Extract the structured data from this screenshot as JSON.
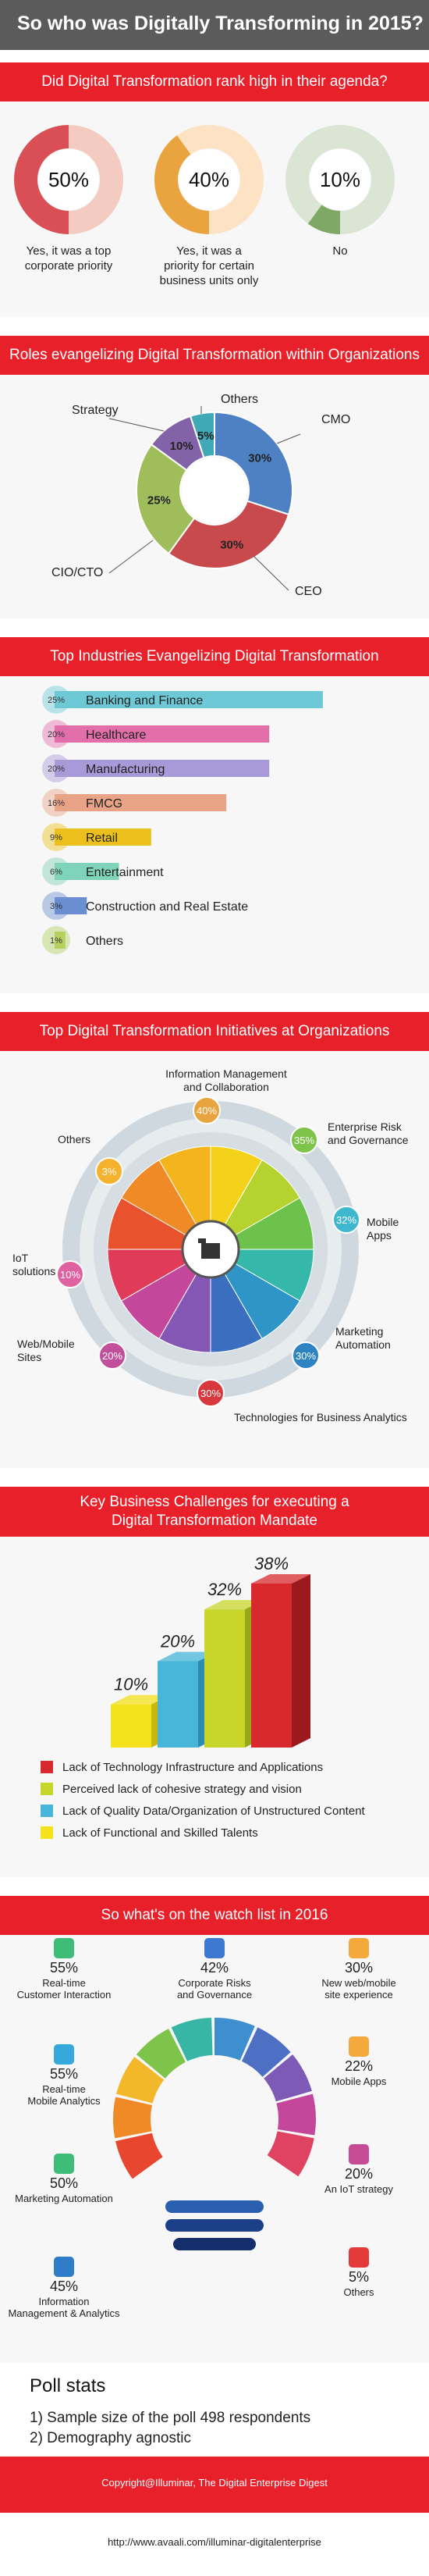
{
  "header": {
    "title": "So who was Digitally Transforming in 2015?"
  },
  "section1": {
    "heading": "Did Digital Transformation rank high in their agenda?",
    "donuts": [
      {
        "value": "50%",
        "fraction": 0.5,
        "label_lines": [
          "Yes, it was a top",
          "corporate priority"
        ],
        "main": "#d94f55",
        "light": "#f3cbc1"
      },
      {
        "value": "40%",
        "fraction": 0.4,
        "label_lines": [
          "Yes, it was a",
          "priority for certain",
          "business units only"
        ],
        "main": "#e9a33f",
        "light": "#fde3c4"
      },
      {
        "value": "10%",
        "fraction": 0.1,
        "label_lines": [
          "No"
        ],
        "main": "#7fa866",
        "light": "#dbe5d4"
      }
    ]
  },
  "section2": {
    "heading": "Roles evangelizing Digital Transformation within Organizations",
    "chart_data": {
      "type": "pie",
      "categories": [
        "CMO",
        "CEO",
        "CIO/CTO",
        "Strategy",
        "Others"
      ],
      "values": [
        30,
        30,
        25,
        10,
        5
      ],
      "value_labels": [
        "30%",
        "30%",
        "25%",
        "10%",
        "5%"
      ],
      "colors": [
        "#4e80c4",
        "#c94a4c",
        "#9fbe5b",
        "#8363a8",
        "#3fa9b8"
      ]
    }
  },
  "section3": {
    "heading": "Top Industries Evangelizing Digital Transformation",
    "chart_data": {
      "type": "bar",
      "categories": [
        "Banking and Finance",
        "Healthcare",
        "Manufacturing",
        "FMCG",
        "Retail",
        "Entertainment",
        "Construction and Real Estate",
        "Others"
      ],
      "values": [
        25,
        20,
        20,
        16,
        9,
        6,
        3,
        1
      ],
      "value_labels": [
        "25%",
        "20%",
        "20%",
        "16%",
        "9%",
        "6%",
        "3%",
        "1%"
      ],
      "colors": [
        "#6ec9d6",
        "#e26faa",
        "#a89ad8",
        "#e9a487",
        "#ecc01c",
        "#7fd3b8",
        "#6a8fd0",
        "#b5cf62"
      ],
      "xlim": [
        0,
        25
      ]
    }
  },
  "section4": {
    "heading": "Top Digital Transformation Initiatives at Organizations",
    "items": [
      {
        "value": "40%",
        "lines": [
          "Information Management",
          "and Collaboration"
        ],
        "color": "#e9a33f"
      },
      {
        "value": "35%",
        "lines": [
          "Enterprise Risk",
          "and Governance"
        ],
        "color": "#7fc44a"
      },
      {
        "value": "32%",
        "lines": [
          "Mobile",
          "Apps"
        ],
        "color": "#3fb7cf"
      },
      {
        "value": "30%",
        "lines": [
          "Marketing",
          "Automation"
        ],
        "color": "#2e84c2"
      },
      {
        "value": "30%",
        "lines": [
          "Technologies for Business Analytics"
        ],
        "color": "#d6383e"
      },
      {
        "value": "20%",
        "lines": [
          "Web/Mobile",
          "Sites"
        ],
        "color": "#c24f9a"
      },
      {
        "value": "10%",
        "lines": [
          "IoT",
          "solutions"
        ],
        "color": "#e061a0"
      },
      {
        "value": "3%",
        "lines": [
          "Others"
        ],
        "color": "#f4b22e"
      }
    ]
  },
  "section5": {
    "heading_lines": [
      "Key Business Challenges for executing a",
      "Digital Transformation Mandate"
    ],
    "chart_data": {
      "type": "bar",
      "categories": [
        "Lack of Functional and Skilled Talents",
        "Lack of Quality Data/Organization of Unstructured Content",
        "Perceived lack of cohesive strategy and vision",
        "Lack of Technology Infrastructure and Applications"
      ],
      "values": [
        10,
        20,
        32,
        38
      ],
      "value_labels": [
        "10%",
        "20%",
        "32%",
        "38%"
      ],
      "colors": [
        "#f4e21c",
        "#47b6d8",
        "#c8d62c",
        "#d82a2e"
      ],
      "legend": [
        {
          "label": "Lack of Technology Infrastructure and Applications",
          "color": "#d82a2e"
        },
        {
          "label": "Perceived lack of cohesive strategy and vision",
          "color": "#c8d62c"
        },
        {
          "label": "Lack of Quality Data/Organization of Unstructured Content",
          "color": "#47b6d8"
        },
        {
          "label": "Lack of Functional and Skilled Talents",
          "color": "#f4e21c"
        }
      ]
    }
  },
  "section6": {
    "heading": "So what's on the watch list in 2016",
    "left": [
      {
        "value": "55%",
        "lines": [
          "Real-time",
          "Customer Interaction"
        ],
        "color": "#3dbd78"
      },
      {
        "value": "55%",
        "lines": [
          "Real-time",
          "Mobile Analytics"
        ],
        "color": "#37a8dc"
      },
      {
        "value": "50%",
        "lines": [
          "Marketing Automation"
        ],
        "color": "#3dbd78"
      },
      {
        "value": "45%",
        "lines": [
          "Information",
          "Management & Analytics"
        ],
        "color": "#2f7cc8"
      }
    ],
    "center": [
      {
        "value": "42%",
        "lines": [
          "Corporate Risks",
          "and Governance"
        ],
        "color": "#3d79d0"
      }
    ],
    "right": [
      {
        "value": "30%",
        "lines": [
          "New web/mobile",
          "site experience"
        ],
        "color": "#f3a93b"
      },
      {
        "value": "22%",
        "lines": [
          "Mobile Apps"
        ],
        "color": "#f3a93b"
      },
      {
        "value": "20%",
        "lines": [
          "An IoT strategy"
        ],
        "color": "#c74a95"
      },
      {
        "value": "5%",
        "lines": [
          "Others"
        ],
        "color": "#e33a3a"
      }
    ]
  },
  "poll": {
    "title": "Poll stats",
    "lines": [
      "1) Sample size of the poll 498 respondents",
      "2) Demography agnostic"
    ]
  },
  "footer": {
    "copyright": "Copyright@Illuminar, The Digital Enterprise Digest",
    "url": "http://www.avaali.com/illuminar-digitalenterprise"
  }
}
